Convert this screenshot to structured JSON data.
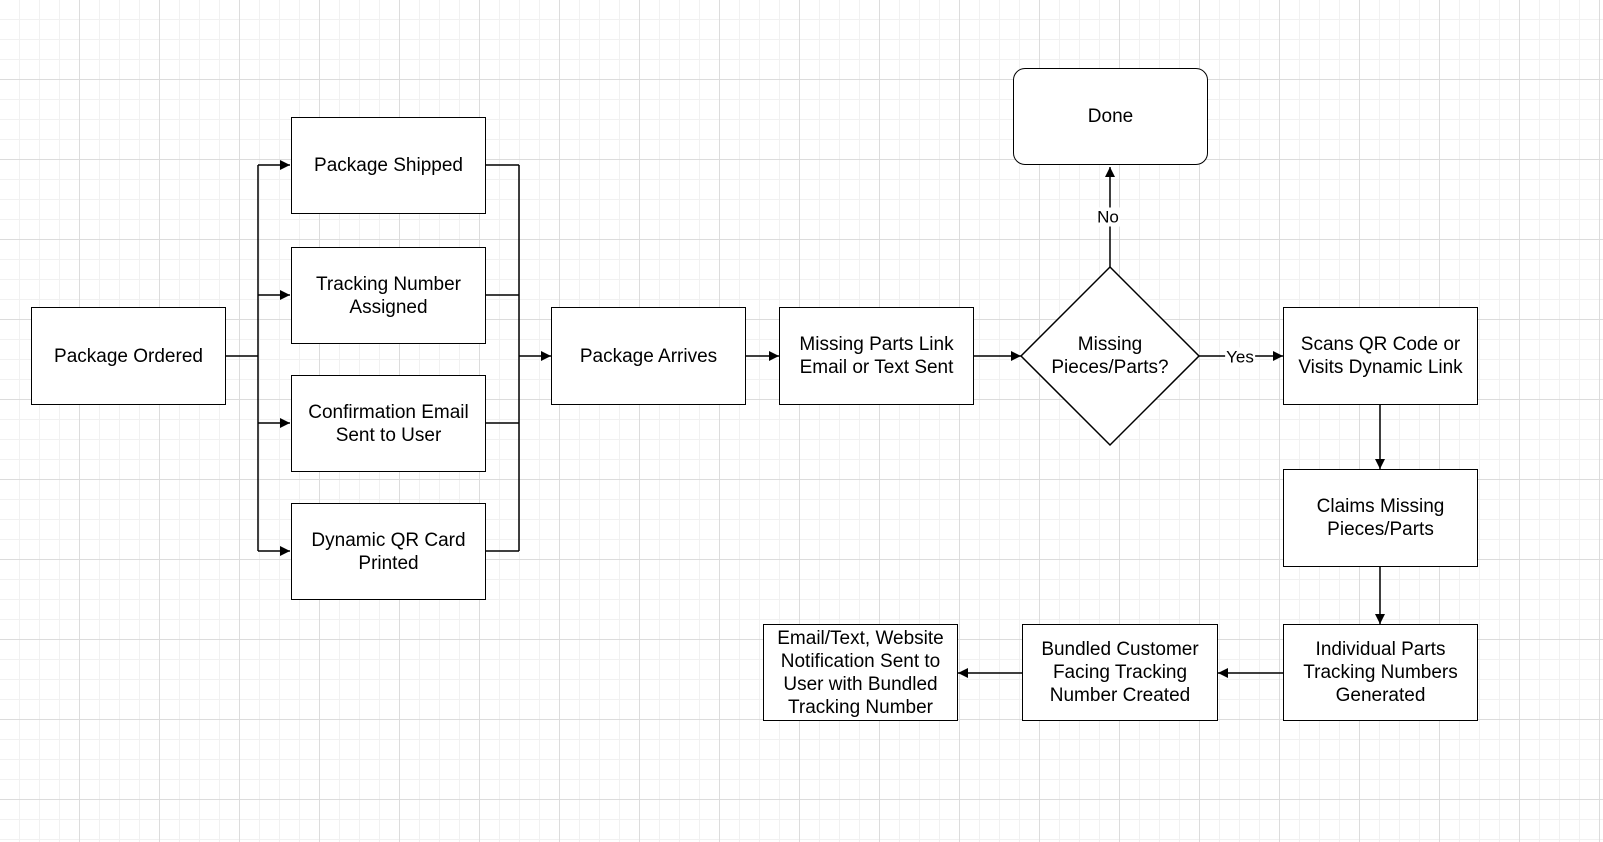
{
  "diagram": {
    "nodes": {
      "package_ordered": "Package Ordered",
      "package_shipped": "Package Shipped",
      "tracking_number_assigned": "Tracking Number Assigned",
      "confirmation_email": "Confirmation Email Sent to User",
      "dynamic_qr_card": "Dynamic QR Card Printed",
      "package_arrives": "Package Arrives",
      "missing_parts_link": "Missing Parts Link Email or Text Sent",
      "missing_decision": "Missing Pieces/Parts?",
      "done": "Done",
      "scans_qr": "Scans QR Code or Visits Dynamic Link",
      "claims_missing": "Claims Missing Pieces/Parts",
      "individual_tracking": "Individual Parts Tracking Numbers Generated",
      "bundled_tracking": "Bundled Customer Facing Tracking Number Created",
      "notification_sent": "Email/Text, Website Notification Sent to User with Bundled Tracking Number"
    },
    "edge_labels": {
      "no": "No",
      "yes": "Yes"
    }
  }
}
